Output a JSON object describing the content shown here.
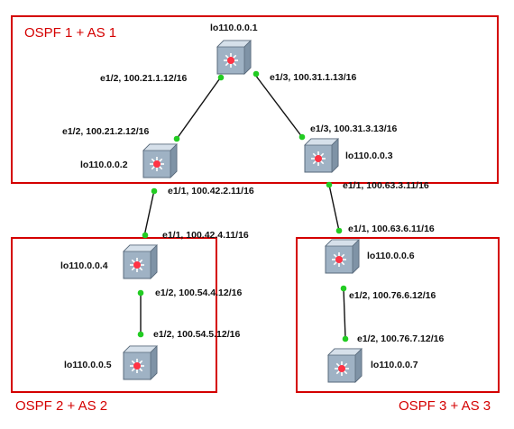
{
  "colors": {
    "region_border": "#d40000",
    "region_label": "#d40000",
    "link": "#111111",
    "port_dot": "#22cc22",
    "switch_body": "#9fb2c4",
    "switch_center": "#ff3344"
  },
  "regions": [
    {
      "id": "r1",
      "label": "OSPF 1 + AS 1"
    },
    {
      "id": "r2",
      "label": "OSPF 2 + AS 2"
    },
    {
      "id": "r3",
      "label": "OSPF 3 + AS 3"
    }
  ],
  "routers": [
    {
      "id": "R1",
      "loopback": "lo110.0.0.1",
      "icon": "layer3-switch-icon"
    },
    {
      "id": "R2",
      "loopback": "lo110.0.0.2",
      "icon": "layer3-switch-icon"
    },
    {
      "id": "R3",
      "loopback": "lo110.0.0.3",
      "icon": "layer3-switch-icon"
    },
    {
      "id": "R4",
      "loopback": "lo110.0.0.4",
      "icon": "layer3-switch-icon"
    },
    {
      "id": "R5",
      "loopback": "lo110.0.0.5",
      "icon": "layer3-switch-icon"
    },
    {
      "id": "R6",
      "loopback": "lo110.0.0.6",
      "icon": "layer3-switch-icon"
    },
    {
      "id": "R7",
      "loopback": "lo110.0.0.7",
      "icon": "layer3-switch-icon"
    }
  ],
  "links": [
    {
      "from": "R1",
      "to": "R2",
      "from_label": "e1/2, 100.21.1.12/16",
      "to_label": "e1/2, 100.21.2.12/16"
    },
    {
      "from": "R1",
      "to": "R3",
      "from_label": "e1/3, 100.31.1.13/16",
      "to_label": "e1/3, 100.31.3.13/16"
    },
    {
      "from": "R2",
      "to": "R4",
      "from_label": "e1/1, 100.42.2.11/16",
      "to_label": "e1/1, 100.42.4.11/16"
    },
    {
      "from": "R3",
      "to": "R6",
      "from_label": "e1/1, 100.63.3.11/16",
      "to_label": "e1/1, 100.63.6.11/16"
    },
    {
      "from": "R4",
      "to": "R5",
      "from_label": "e1/2, 100.54.4.12/16",
      "to_label": "e1/2, 100.54.5.12/16"
    },
    {
      "from": "R6",
      "to": "R7",
      "from_label": "e1/2, 100.76.6.12/16",
      "to_label": "e1/2, 100.76.7.12/16"
    }
  ]
}
